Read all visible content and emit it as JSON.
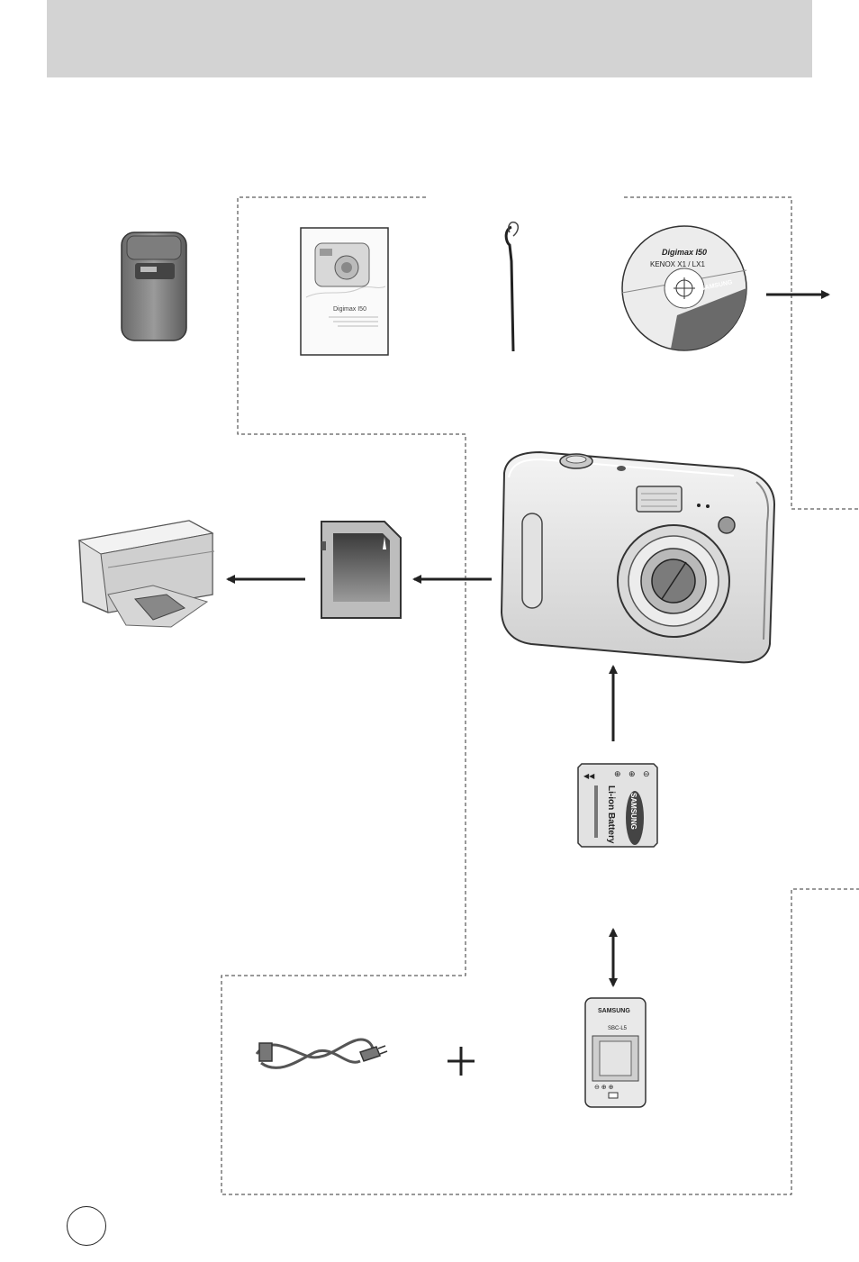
{
  "colors": {
    "header": "#d3d3d3",
    "line": "#333333",
    "arrow": "#222222",
    "device_light": "#e8e8e8",
    "device_mid": "#bdbdbd",
    "device_dark": "#555555"
  },
  "cd": {
    "title_line1": "Digimax I50",
    "title_line2": "KENOX X1 / LX1",
    "brand": "SAMSUNG"
  },
  "battery": {
    "label": "Li-ion Battery",
    "brand": "SAMSUNG"
  },
  "charger": {
    "brand": "SAMSUNG",
    "model": "SBC-L5"
  },
  "manual": {
    "title": "Digimax I50"
  }
}
